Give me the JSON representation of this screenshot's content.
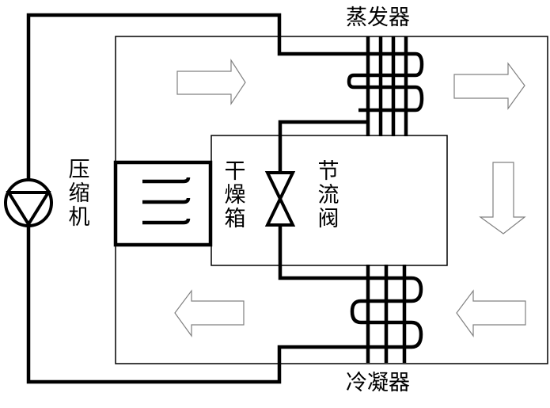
{
  "labels": {
    "evaporator": "蒸发器",
    "condenser": "冷凝器",
    "compressor": [
      "压",
      "缩",
      "机"
    ],
    "drying_chamber": [
      "干",
      "燥",
      "箱"
    ],
    "throttle_valve": [
      "节",
      "流",
      "阀"
    ]
  },
  "colors": {
    "line": "#000000",
    "arrow_outline": "#808080",
    "background": "#ffffff"
  },
  "airflow_arrows": [
    {
      "direction": "right"
    },
    {
      "direction": "right"
    },
    {
      "direction": "down"
    },
    {
      "direction": "left"
    },
    {
      "direction": "left"
    }
  ]
}
